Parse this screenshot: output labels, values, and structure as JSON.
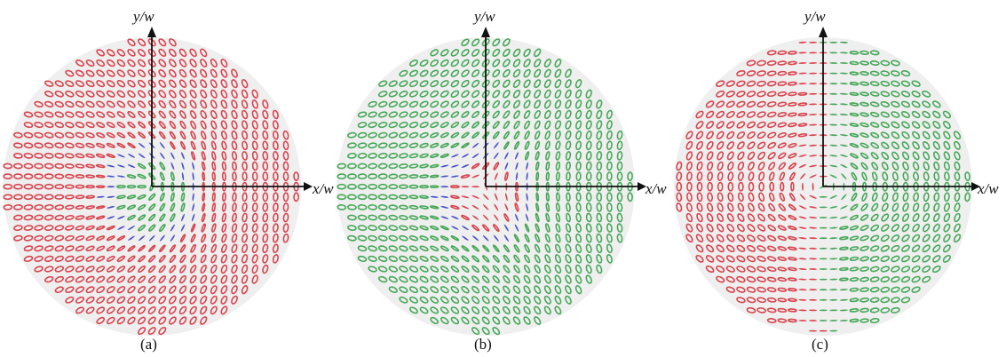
{
  "figure": {
    "panels": [
      {
        "id": "a",
        "caption": "(a)",
        "x_axis_label": "x/w",
        "y_axis_label": "y/w",
        "pattern": "lemon"
      },
      {
        "id": "b",
        "caption": "(b)",
        "x_axis_label": "x/w",
        "y_axis_label": "y/w",
        "pattern": "star"
      },
      {
        "id": "c",
        "caption": "(c)",
        "x_axis_label": "x/w",
        "y_axis_label": "y/w",
        "pattern": "split"
      }
    ],
    "colors": {
      "right_handed": "#d9454f",
      "left_handed": "#48a85a",
      "linear": "#4b53c9",
      "axis": "#111111",
      "disc_background": "#efefef"
    }
  }
}
